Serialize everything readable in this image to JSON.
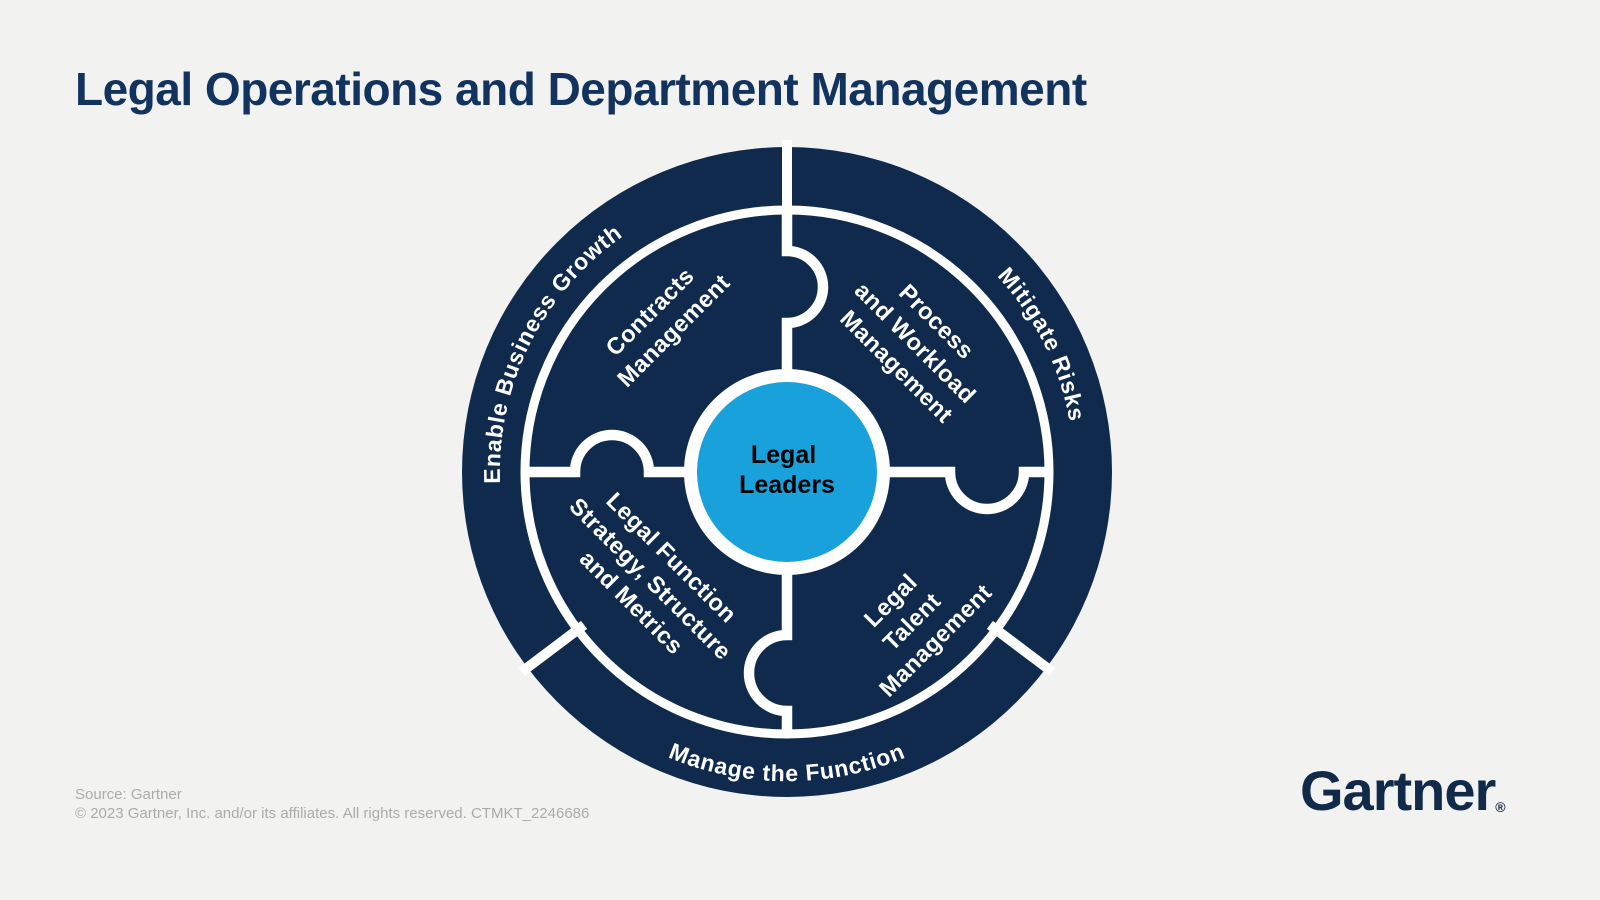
{
  "title": "Legal Operations and Department Management",
  "wheel": {
    "hub": {
      "lines": [
        "Legal",
        "Leaders"
      ]
    },
    "quadrants": [
      {
        "id": "contracts-management",
        "lines": [
          "Contracts",
          "Management"
        ]
      },
      {
        "id": "process-and-workload-management",
        "lines": [
          "Process",
          "and Workload",
          "Management"
        ]
      },
      {
        "id": "legal-function-strategy-structure-and-metrics",
        "lines": [
          "Legal Function",
          "Strategy, Structure",
          "and Metrics"
        ]
      },
      {
        "id": "legal-talent-management",
        "lines": [
          "Legal",
          "Talent",
          "Management"
        ]
      }
    ],
    "outer_labels": [
      {
        "id": "enable-business-growth",
        "label": "Enable Business Growth"
      },
      {
        "id": "mitigate-risks",
        "label": "Mitigate Risks"
      },
      {
        "id": "manage-the-function",
        "label": "Manage the Function"
      }
    ]
  },
  "colors": {
    "navy": "#0F2A4D",
    "hub_blue": "#18A1DB",
    "background": "#F2F2F1",
    "title_navy": "#13335F",
    "label_white": "#FFFFFF",
    "hub_text_black": "#000000",
    "footer_gray": "#ABABAB",
    "logo_navy": "#112A4A"
  },
  "footer": {
    "source": "Source: Gartner",
    "copyright": "© 2023 Gartner, Inc. and/or its affiliates. All rights reserved. CTMKT_2246686"
  },
  "logo": {
    "text": "Gartner",
    "registered": "®"
  }
}
